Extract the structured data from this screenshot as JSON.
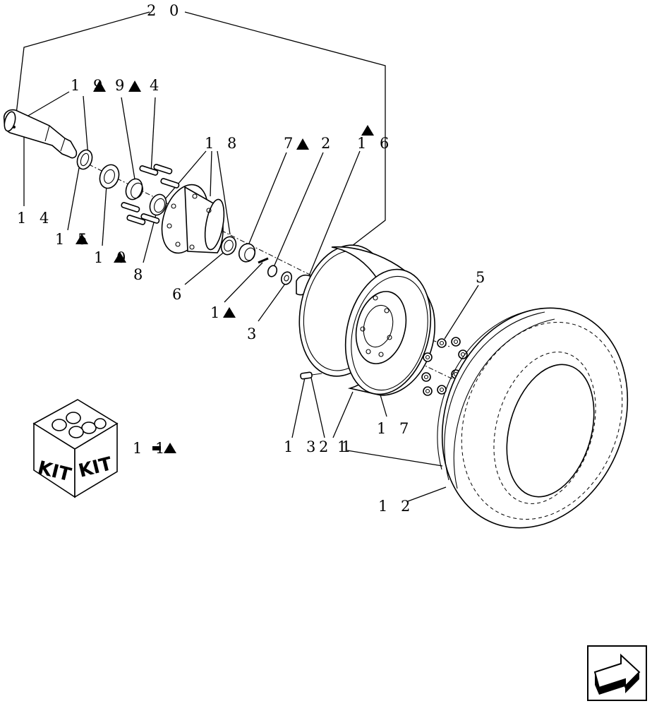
{
  "callouts": {
    "c20": "2 0",
    "c19": "1 9",
    "c9": "9",
    "c4": "4",
    "c18": "1 8",
    "c7": "7",
    "c2": "2",
    "c16": "1 6",
    "c14": "1 4",
    "c15": "1 5",
    "c10": "1 0",
    "c8": "8",
    "c6": "6",
    "c1a": "1",
    "c3": "3",
    "c5": "5",
    "c11": "1 1",
    "c13": "1 3",
    "c21": "2 1",
    "c17": "1 7",
    "c12": "1 2"
  },
  "kit": {
    "label_left": "KIT",
    "label_right": "KIT"
  },
  "icons": {
    "flag": "filled-triangle-icon",
    "nav": "next-page-arrow-icon"
  }
}
